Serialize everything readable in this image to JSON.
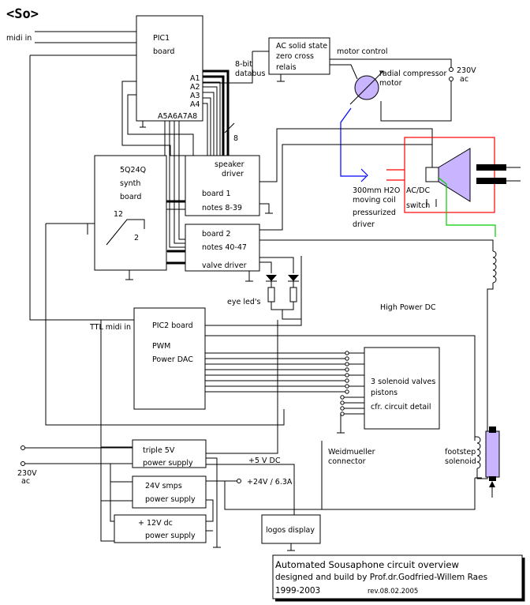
{
  "title": "<So>",
  "labels": {
    "midi_in": "midi in",
    "pic1_board": "PIC1",
    "pic1_board2": "board",
    "pins_a1": "A1",
    "pins_a2": "A2",
    "pins_a3": "A3",
    "pins_a4": "A4",
    "pins_bottom": "A5A6A7A8",
    "databus1": "8-bit",
    "databus2": "databus",
    "bus_count": "8",
    "ac_relais1": "AC solid state",
    "ac_relais2": "zero cross",
    "ac_relais3": "relais",
    "motor_control": "motor control",
    "mains_230": "230V",
    "mains_ac": "ac",
    "compressor1": "radial compressor",
    "compressor2": "motor",
    "synth1": "5Q24Q",
    "synth2": "synth",
    "synth3": "board",
    "synth_12": "12",
    "synth_2": "2",
    "speaker1": "speaker",
    "speaker2": "driver",
    "board1_a": "board 1",
    "board1_b": "notes 8-39",
    "board2_a": "board 2",
    "board2_b": "notes 40-47",
    "valve_driver": "valve driver",
    "eye_leds": "eye led's",
    "moving_coil1": "300mm H2O",
    "moving_coil2": "moving coil",
    "moving_coil3": "pressurized",
    "moving_coil4": "driver",
    "acdc1": "AC/DC",
    "acdc2": "switch",
    "high_power": "High Power DC",
    "ttl_midi": "TTL midi in",
    "pic2_a": "PIC2 board",
    "pic2_b": "PWM",
    "pic2_c": "Power DAC",
    "solenoid_a": "3 solenoid valves",
    "solenoid_b": "pistons",
    "solenoid_c": "cfr. circuit detail",
    "weid1": "Weidmueller",
    "weid2": "connector",
    "footstep1": "footstep",
    "footstep2": "solenoid",
    "ps1_a": "triple 5V",
    "ps1_b": "power supply",
    "ps2_a": "24V smps",
    "ps2_b": "power supply",
    "ps3_a": "+ 12V dc",
    "ps3_b": "power supply",
    "plus5": "+5 V DC",
    "plus24": "+24V / 6.3A",
    "mains_left_a": "230V",
    "mains_left_b": "ac",
    "logos": "logos display"
  },
  "footer": {
    "title": "Automated Sousaphone circuit overview",
    "line2": "designed and build by Prof.dr.Godfried-Willem Raes",
    "years": "1999-2003",
    "rev": "rev.08.02.2005"
  },
  "colors": {
    "driver_fill": "#c8b4ff",
    "motor_fill": "#c8b4ff",
    "red_box": "#ff0000",
    "blue_line": "#0000ff",
    "green_line": "#00cc00"
  }
}
